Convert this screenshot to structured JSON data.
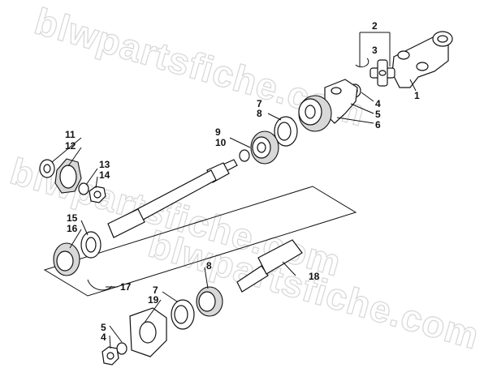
{
  "watermark": "blwpartsfiche.com",
  "callouts": {
    "c1": "1",
    "c2": "2",
    "c3": "3",
    "c4a": "4",
    "c5a": "5",
    "c6": "6",
    "c7a": "7",
    "c8a": "8",
    "c9": "9",
    "c10": "10",
    "c11": "11",
    "c12": "12",
    "c13": "13",
    "c14": "14",
    "c15": "15",
    "c16": "16",
    "c17": "17",
    "c18": "18",
    "c7b": "7",
    "c19": "19",
    "c8b": "8",
    "c5b": "5",
    "c4b": "4"
  },
  "colors": {
    "line": "#111111",
    "shade": "#d8d8d8",
    "watermark": "#d9d9d9"
  }
}
